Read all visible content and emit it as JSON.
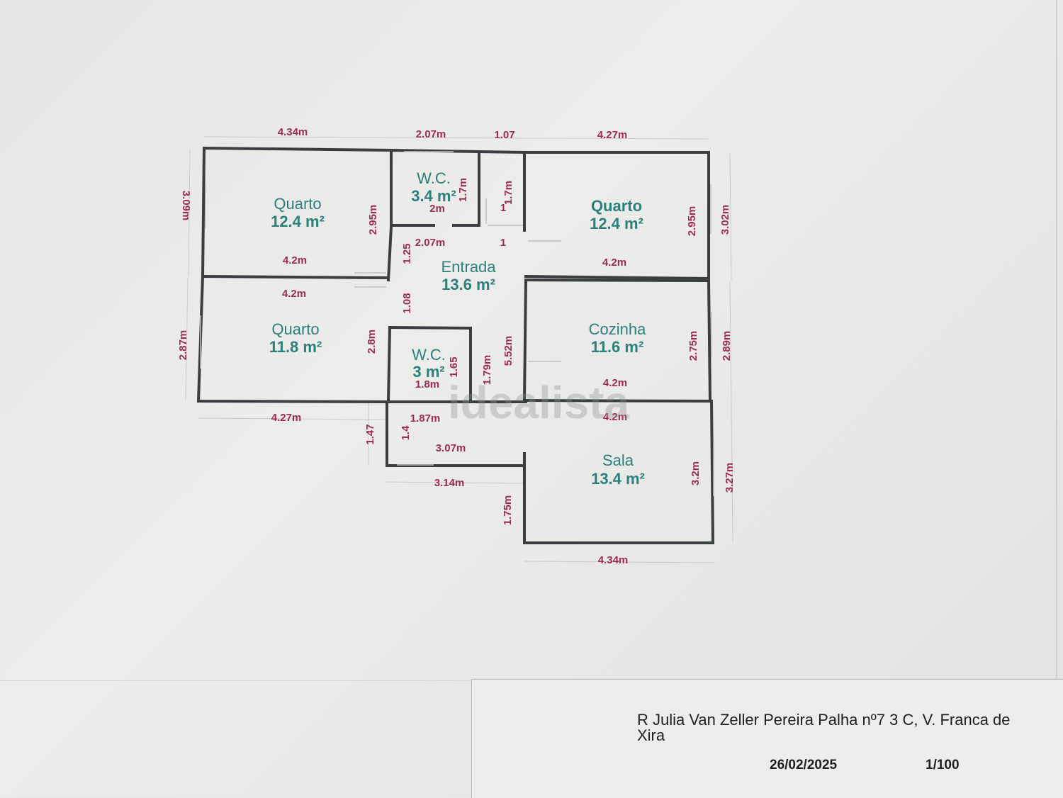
{
  "rooms": {
    "quarto_tl": {
      "name": "Quarto",
      "area": "12.4 m²"
    },
    "wc_top": {
      "name": "W.C.",
      "area": "3.4 m²"
    },
    "quarto_tr": {
      "name": "Quarto",
      "area": "12.4 m²"
    },
    "entrada": {
      "name": "Entrada",
      "area": "13.6 m²"
    },
    "quarto_bl": {
      "name": "Quarto",
      "area": "11.8 m²"
    },
    "wc_mid": {
      "name": "W.C.",
      "area": "3 m²"
    },
    "cozinha": {
      "name": "Cozinha",
      "area": "11.6 m²"
    },
    "sala": {
      "name": "Sala",
      "area": "13.4 m²"
    }
  },
  "dims": {
    "top_434": "4.34m",
    "top_207": "2.07m",
    "top_107": "1.07",
    "top_427": "4.27m",
    "left_309": "3.09m",
    "wc_17a": "1.7m",
    "wc_17b": "1.7m",
    "wc_2": "2m",
    "wc_1": "1",
    "qtl_295": "2.95m",
    "qtl_42": "4.2m",
    "entr_207": "2.07m",
    "entr_1": "1",
    "entr_125": "1.25",
    "entr_108": "1.08",
    "qtr_295": "2.95m",
    "qtr_302": "3.02m",
    "qtr_42": "4.2m",
    "qbl_42": "4.2m",
    "left_287": "2.87m",
    "qbl_28": "2.8m",
    "wc2_165": "1.65",
    "wc2_18": "1.8m",
    "h_179": "1.79m",
    "h_552": "5.52m",
    "coz_275": "2.75m",
    "coz_289": "2.89m",
    "coz_42a": "4.2m",
    "coz_42b": "4.2m",
    "bot_427": "4.27m",
    "bot_187": "1.87m",
    "v_147": "1.47",
    "v_14": "1.4",
    "h_307": "3.07m",
    "h_314": "3.14m",
    "v_175": "1.75m",
    "sala_32": "3.2m",
    "sala_327": "3.27m",
    "bot_434": "4.34m"
  },
  "watermark": "idealista",
  "titleblock": {
    "address": "R Julia Van Zeller Pereira Palha nº7 3 C, V. Franca de Xira",
    "date": "26/02/2025",
    "scale": "1/100"
  }
}
